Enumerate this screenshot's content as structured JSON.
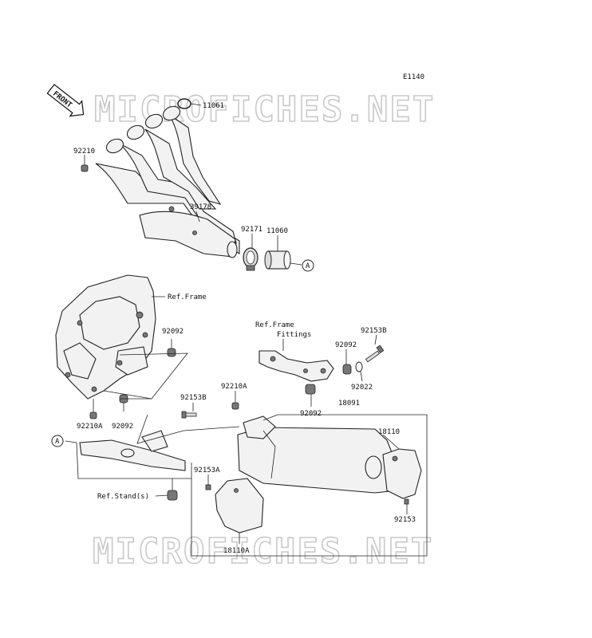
{
  "diagram_code": "E1140",
  "watermark": "MICROFICHES.NET",
  "front_marker": "FRONT",
  "callout_circle": "A",
  "labels": {
    "p11061": "11061",
    "p92210": "92210",
    "p39178": "39178",
    "p92171": "92171",
    "p11060": "11060",
    "ref_frame": "Ref.Frame",
    "ref_frame_fittings_1": "Ref.Frame",
    "ref_frame_fittings_2": "Fittings",
    "p92153B_a": "92153B",
    "p92092_a": "92092",
    "p92092_b": "92092",
    "p92022": "92022",
    "p92092_c": "92092",
    "p92210A_a": "92210A",
    "p92153B_b": "92153B",
    "p18091": "18091",
    "p92210A_b": "92210A",
    "p92092_d": "92092",
    "p18110": "18110",
    "p92153A": "92153A",
    "ref_stand": "Ref.Stand(s)",
    "p92153": "92153",
    "p18110A": "18110A"
  }
}
